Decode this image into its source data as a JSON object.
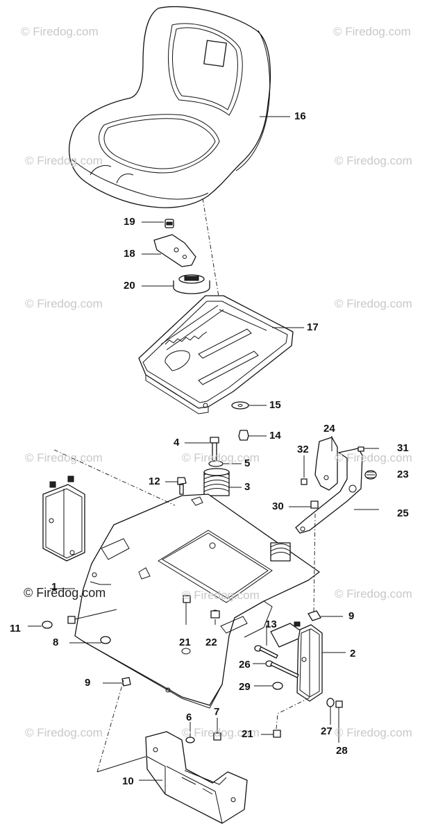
{
  "watermark": {
    "text": "© Firedog.com",
    "color": "#c8c8c8"
  },
  "callouts": [
    {
      "id": "16",
      "label": "16"
    },
    {
      "id": "19",
      "label": "19"
    },
    {
      "id": "18",
      "label": "18"
    },
    {
      "id": "20",
      "label": "20"
    },
    {
      "id": "17",
      "label": "17"
    },
    {
      "id": "15",
      "label": "15"
    },
    {
      "id": "14",
      "label": "14"
    },
    {
      "id": "4",
      "label": "4"
    },
    {
      "id": "5",
      "label": "5"
    },
    {
      "id": "3",
      "label": "3"
    },
    {
      "id": "12",
      "label": "12"
    },
    {
      "id": "24",
      "label": "24"
    },
    {
      "id": "31",
      "label": "31"
    },
    {
      "id": "32",
      "label": "32"
    },
    {
      "id": "23",
      "label": "23"
    },
    {
      "id": "30",
      "label": "30"
    },
    {
      "id": "25",
      "label": "25"
    },
    {
      "id": "1",
      "label": "1"
    },
    {
      "id": "9a",
      "label": "9"
    },
    {
      "id": "11",
      "label": "11"
    },
    {
      "id": "8",
      "label": "8"
    },
    {
      "id": "21a",
      "label": "21"
    },
    {
      "id": "22",
      "label": "22"
    },
    {
      "id": "13",
      "label": "13"
    },
    {
      "id": "2",
      "label": "2"
    },
    {
      "id": "26",
      "label": "26"
    },
    {
      "id": "29",
      "label": "29"
    },
    {
      "id": "9b",
      "label": "9"
    },
    {
      "id": "6",
      "label": "6"
    },
    {
      "id": "7",
      "label": "7"
    },
    {
      "id": "21b",
      "label": "21"
    },
    {
      "id": "27",
      "label": "27"
    },
    {
      "id": "28",
      "label": "28"
    },
    {
      "id": "10",
      "label": "10"
    }
  ]
}
